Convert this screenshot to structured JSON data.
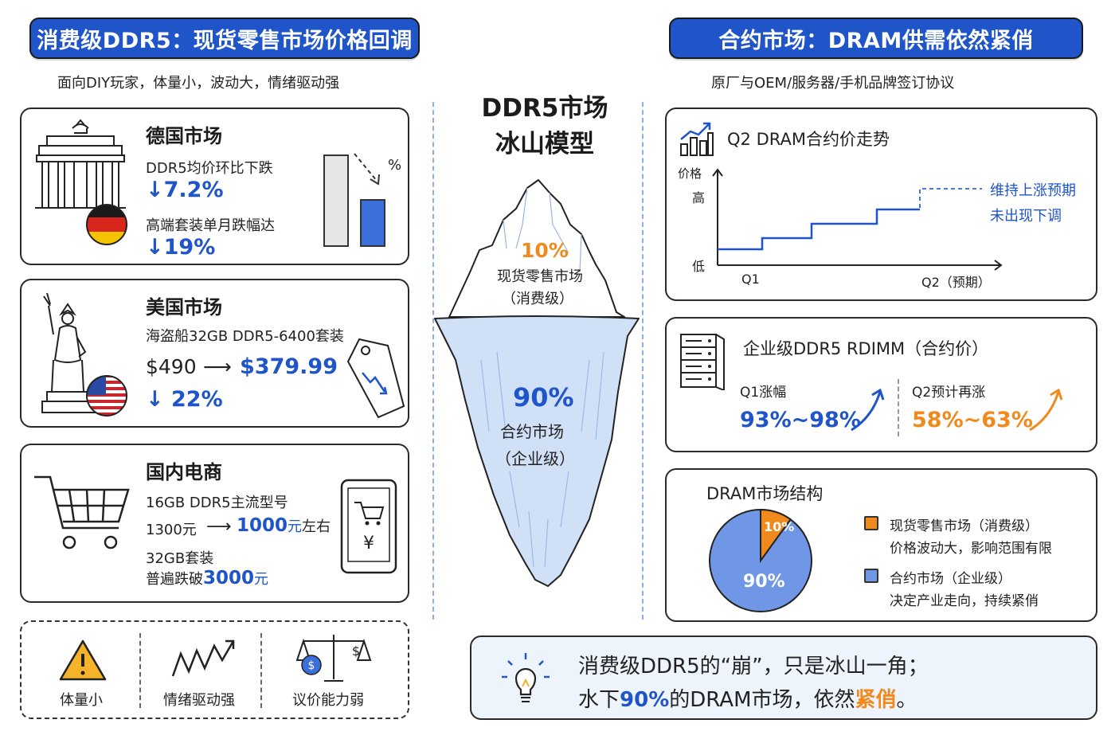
{
  "left_header": {
    "title": "消费级DDR5：现货零售市场价格回调",
    "subtitle": "面向DIY玩家，体量小，波动大，情绪驱动强"
  },
  "right_header": {
    "title": "合约市场：DRAM供需依然紧俏",
    "subtitle": "原厂与OEM/服务器/手机品牌签订协议"
  },
  "germany": {
    "title": "德国市场",
    "line1": "DDR5均价环比下跌",
    "value1": "↓7.2%",
    "line2": "高端套装单月跌幅达",
    "value2": "↓19%",
    "pct_symbol": "%"
  },
  "usa": {
    "title": "美国市场",
    "product": "海盗船32GB DDR5-6400套装",
    "old_price": "$490",
    "arrow": "⟶",
    "new_price": "$379.99",
    "drop": "↓ 22%"
  },
  "china": {
    "title": "国内电商",
    "line1": "16GB DDR5主流型号",
    "old": "1300元",
    "arrow": "⟶",
    "new_num": "1000",
    "new_unit": "元",
    "new_suffix": "左右",
    "line3": "32GB套装",
    "line4_pre": "普遍跌破",
    "line4_num": "3000",
    "line4_unit": "元"
  },
  "traits": [
    {
      "label": "体量小",
      "icon": "warning-icon"
    },
    {
      "label": "情绪驱动强",
      "icon": "zigzag-trend-icon"
    },
    {
      "label": "议价能力弱",
      "icon": "scale-icon"
    }
  ],
  "iceberg": {
    "title_line1": "DDR5市场",
    "title_line2": "冰山模型",
    "top_pct": "10%",
    "top_label1": "现货零售市场",
    "top_label2": "（消费级）",
    "bottom_pct": "90%",
    "bottom_label1": "合约市场",
    "bottom_label2": "（企业级）"
  },
  "q2_trend": {
    "title": "Q2 DRAM合约价走势",
    "y_label": "价格",
    "y_high": "高",
    "y_low": "低",
    "x_start": "Q1",
    "x_end": "Q2（预期）",
    "note1": "维持上涨预期",
    "note2": "未出现下调"
  },
  "rdimm": {
    "title": "企业级DDR5 RDIMM（合约价）",
    "q1_label": "Q1涨幅",
    "q1_value": "93%~98%",
    "q2_label": "Q2预计再涨",
    "q2_value": "58%~63%"
  },
  "structure": {
    "title": "DRAM市场结构",
    "slice_small": "10%",
    "slice_big": "90%",
    "legend1_title": "现货零售市场（消费级）",
    "legend1_desc": "价格波动大，影响范围有限",
    "legend2_title": "合约市场（企业级）",
    "legend2_desc": "决定产业走向，持续紧俏"
  },
  "conclusion": {
    "line1": "消费级DDR5的“崩”，只是冰山一角；",
    "line2_a": "水下",
    "line2_b": "90%",
    "line2_c": "的DRAM市场，依然",
    "line2_d": "紧俏",
    "line2_e": "。"
  },
  "colors": {
    "accent_blue": "#1f55c8",
    "accent_orange": "#f08a1c",
    "pie_blue": "#6f97e6",
    "ice_blue": "#cfe0f7"
  }
}
